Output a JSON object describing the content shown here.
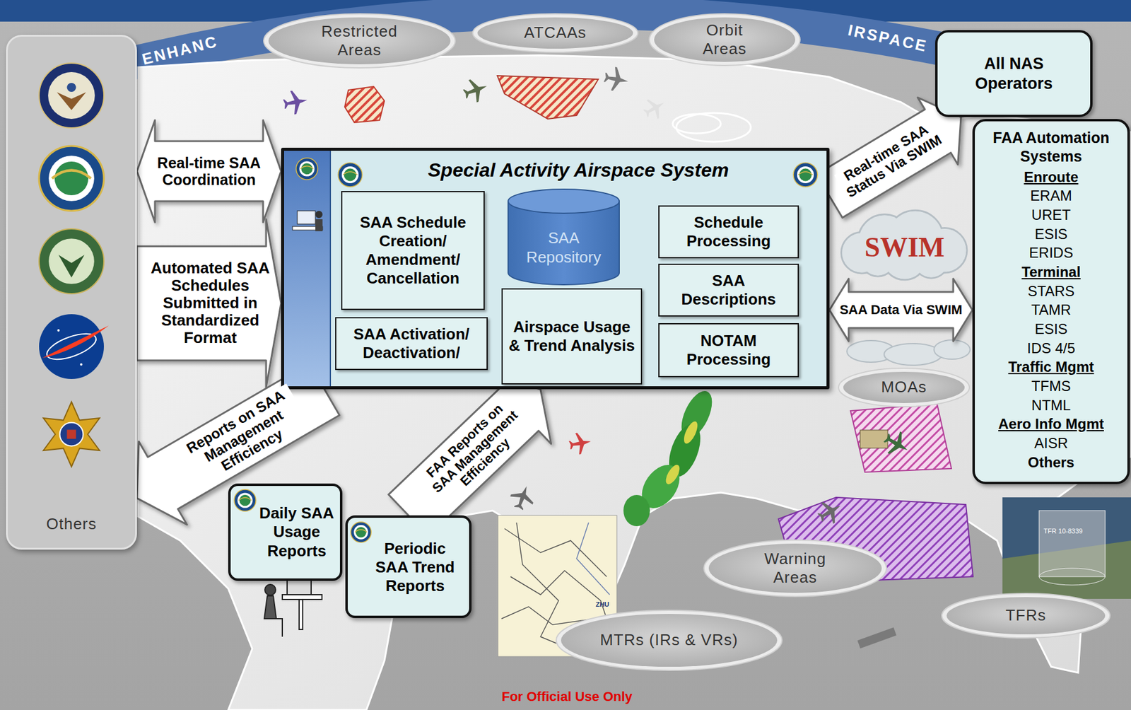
{
  "diagram": {
    "nodes": [
      {
        "text": [
          "Others"
        ]
      },
      {
        "text": [
          "Restricted Areas"
        ]
      },
      {
        "text": [
          "ATCAAs"
        ]
      },
      {
        "text": [
          "Orbit Areas"
        ]
      },
      {
        "text": [
          "All NAS Operators"
        ]
      },
      {
        "text": [
          "FAA Automation Systems",
          "Enroute",
          "ERAM",
          "URET",
          "ESIS",
          "ERIDS",
          "Terminal",
          "STARS",
          "TAMR",
          "ESIS",
          "IDS 4/5",
          "Traffic Mgmt",
          "TFMS",
          "NTML",
          "Aero Info Mgmt",
          "AISR",
          "Others"
        ]
      },
      {
        "text": [
          "Special Activity Airspace System"
        ]
      },
      {
        "text": [
          "SAA Schedule Creation/ Amendment/ Cancellation"
        ],
        "in": 6
      },
      {
        "text": [
          "SAA Repository"
        ],
        "in": 6
      },
      {
        "text": [
          "Schedule Processing"
        ],
        "in": 6
      },
      {
        "text": [
          "SAA Descriptions"
        ],
        "in": 6
      },
      {
        "text": [
          "SAA Activation/ Deactivation/"
        ],
        "in": 6
      },
      {
        "text": [
          "Airspace Usage & Trend Analysis"
        ],
        "in": 6
      },
      {
        "text": [
          "NOTAM Processing"
        ],
        "in": 6
      },
      {
        "text": [
          "SWIM"
        ]
      },
      {
        "text": [
          "MOAs"
        ]
      },
      {
        "text": [
          "Daily SAA Usage Reports"
        ]
      },
      {
        "text": [
          "Periodic SAA Trend Reports"
        ]
      },
      {
        "text": [
          "Warning Areas"
        ]
      },
      {
        "text": [
          "TFRs"
        ]
      },
      {
        "text": [
          "MTRs (IRs & VRs)"
        ]
      }
    ],
    "edges": [
      {
        "from": 0,
        "to": 6,
        "label": "Real-time SAA Coordination",
        "arrow": "both"
      },
      {
        "from": 0,
        "to": 6,
        "label": "Automated SAA Schedules Submitted in Standardized Format",
        "arrow": "to"
      },
      {
        "from": 6,
        "to": 0,
        "label": "Reports on SAA Management Efficiency",
        "arrow": "to"
      },
      {
        "from": 17,
        "to": 6,
        "label": "FAA Reports on SAA Management Efficiency",
        "arrow": "to"
      },
      {
        "from": 6,
        "to": 4,
        "label": "Real-time SAA Status Via SWIM",
        "arrow": "to"
      },
      {
        "from": 6,
        "to": 5,
        "label": "SAA Data Via SWIM",
        "arrow": "both"
      }
    ],
    "labels": [
      "ENHANC",
      "IRSPACE",
      "TFR 10-8339",
      "ZHU",
      "For Official Use Only"
    ]
  }
}
